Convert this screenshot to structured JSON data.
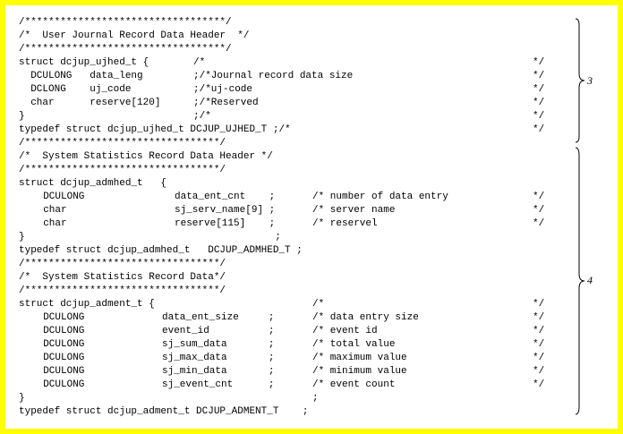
{
  "document": {
    "lines": [
      [
        "/**********************************/"
      ],
      [
        "/*  User Journal Record Data Header  */"
      ],
      [
        "/**********************************/"
      ],
      [
        "struct dcjup_ujhed_t {",
        "/*",
        "",
        "*/"
      ],
      [
        "  DCULONG   data_leng",
        ";/*Journal record data size",
        "",
        "*/"
      ],
      [
        "  DCLONG    uj_code",
        ";/*uj-code",
        "",
        "*/"
      ],
      [
        "  char      reserve[120]",
        ";/*Reserved",
        "",
        "*/"
      ],
      [
        "}",
        ";/*",
        "",
        "*/"
      ],
      [
        "typedef struct dcjup_ujhed_t DCJUP_UJHED_T ;/*",
        "",
        "",
        "*/"
      ],
      [
        "/*********************************/"
      ],
      [
        "/*  System Statistics Record Data Header */"
      ],
      [
        "/*********************************/"
      ],
      [
        "struct dcjup_admhed_t   {"
      ],
      [
        "  DCULONG",
        "data_ent_cnt    ;",
        "/* number of data entry",
        "*/"
      ],
      [
        "  char",
        "sj_serv_name[9] ;",
        "/* server name",
        "*/"
      ],
      [
        "  char",
        "reserve[115]    ;",
        "/* reservel",
        "*/"
      ],
      [
        "}",
        "                 ;"
      ],
      [
        "typedef struct dcjup_admhed_t   DCJUP_ADMHED_T ;"
      ],
      [
        "/*********************************/"
      ],
      [
        "/*  System Statistics Record Data*/"
      ],
      [
        "/*********************************/"
      ],
      [
        "struct dcjup_adment_t {",
        "",
        "/*",
        "*/"
      ],
      [
        "  DCULONG",
        "data_ent_size     ;",
        "/* data entry size",
        "*/"
      ],
      [
        "  DCULONG",
        "event_id          ;",
        "/* event id",
        "*/"
      ],
      [
        "  DCULONG",
        "sj_sum_data       ;",
        "/* total value",
        "*/"
      ],
      [
        "  DCULONG",
        "sj_max_data       ;",
        "/* maximum value",
        "*/"
      ],
      [
        "  DCULONG",
        "sj_min_data       ;",
        "/* minimum value",
        "*/"
      ],
      [
        "  DCULONG",
        "sj_event_cnt      ;",
        "/* event count",
        "*/"
      ],
      [
        "}",
        "",
        ";"
      ],
      [
        "typedef struct dcjup_adment_t DCJUP_ADMENT_T    ;"
      ]
    ]
  },
  "annotations": {
    "label_3": "3",
    "label_4": "4"
  },
  "colors": {
    "frame": "#ffff00",
    "text": "#000000",
    "background": "#ffffff"
  }
}
